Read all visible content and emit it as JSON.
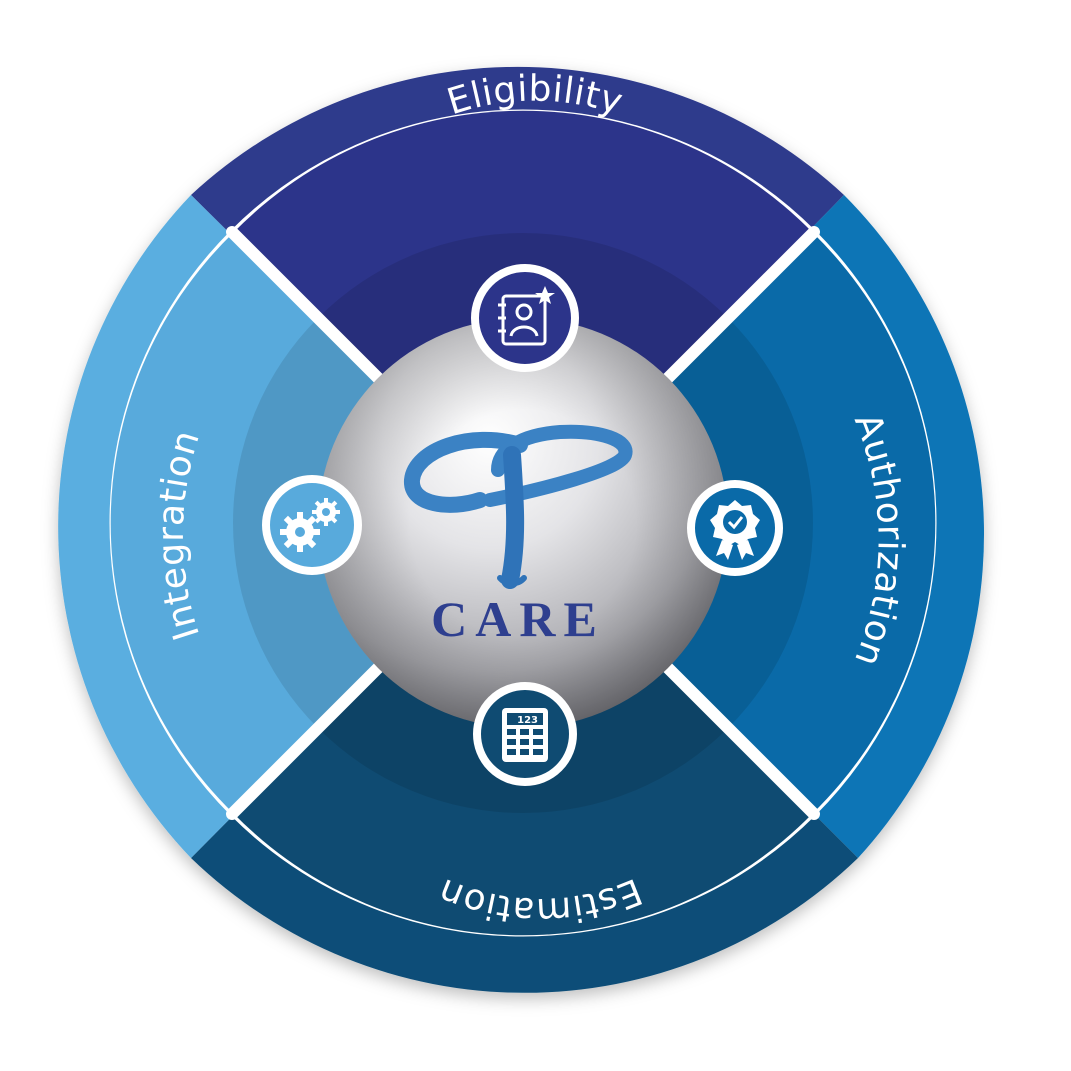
{
  "center": {
    "logo_word": "CARE",
    "logo_monogram_icon": "cp-monogram-icon"
  },
  "segments": [
    {
      "id": "eligibility",
      "label": "Eligibility",
      "icon": "id-card-star-icon",
      "color": "#2f3a8f"
    },
    {
      "id": "authorization",
      "label": "Authorization",
      "icon": "award-badge-icon",
      "color": "#0b6fb0"
    },
    {
      "id": "estimation",
      "label": "Estimation",
      "icon": "calculator-icon",
      "color": "#0e4d7a"
    },
    {
      "id": "integration",
      "label": "Integration",
      "icon": "gears-icon",
      "color": "#59ade0"
    }
  ],
  "calculator_display": "123",
  "colors": {
    "outer_ring_top": "#2e3a8c",
    "outer_ring_right": "#0d74b6",
    "outer_ring_bottom": "#0f4e78",
    "outer_ring_left": "#5aaee0",
    "divider": "#ffffff",
    "sphere": "#b8b8bc",
    "logo_blue": "#3b82c4",
    "logo_word": "#2e3f8f"
  }
}
